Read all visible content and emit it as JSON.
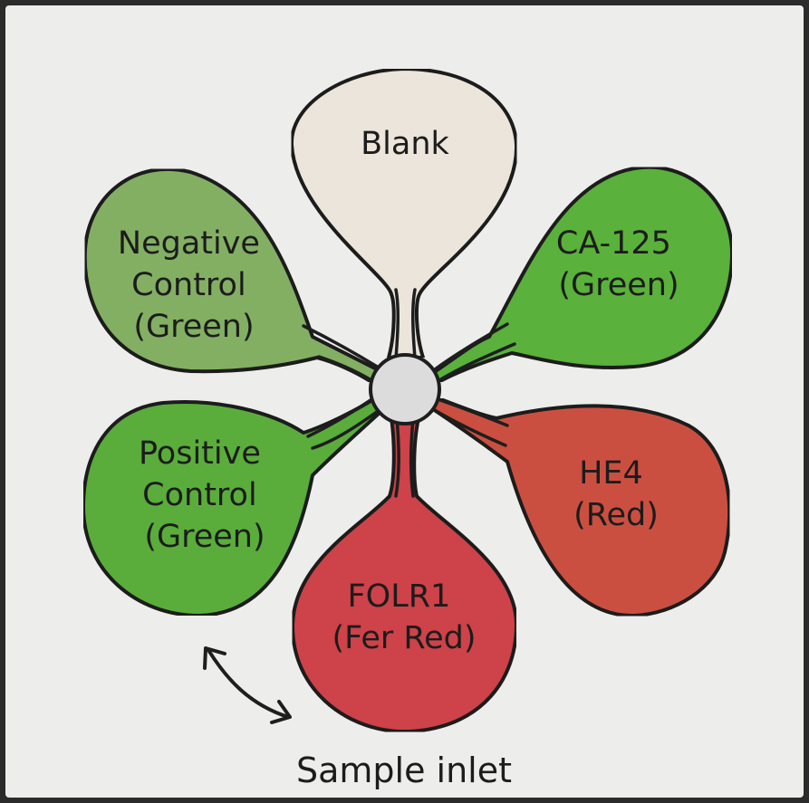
{
  "petals": [
    {
      "id": "blank",
      "lines": [
        "Blank"
      ],
      "color": "#ede6dc"
    },
    {
      "id": "ca125",
      "lines": [
        "CA-125",
        "(Green)"
      ],
      "color": "#5bb23a"
    },
    {
      "id": "he4",
      "lines": [
        "HE4",
        "(Red)"
      ],
      "color": "#cc5040"
    },
    {
      "id": "folr1",
      "lines": [
        "FOLR1",
        "(Fer Red)"
      ],
      "color": "#cf424a"
    },
    {
      "id": "positive-control",
      "lines": [
        "Positive",
        "Control",
        "(Green)"
      ],
      "color": "#5aae3a"
    },
    {
      "id": "negative-control",
      "lines": [
        "Negative",
        "Control",
        "(Green)"
      ],
      "color": "#84b064"
    }
  ],
  "hub": {
    "color": "#dcdcdc"
  },
  "inlet_label": "Sample inlet",
  "colors": {
    "background": "#ededeb",
    "frame": "#2b2b2b",
    "outline": "#1e1e1e"
  }
}
